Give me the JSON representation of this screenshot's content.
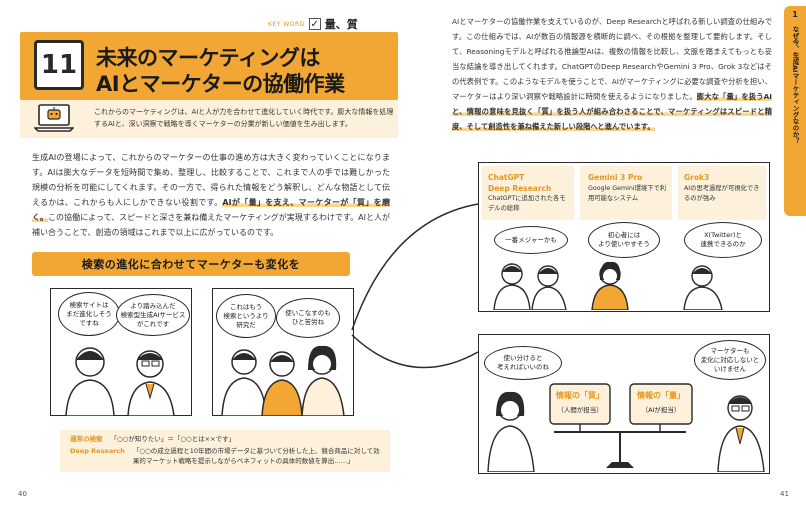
{
  "keyword": {
    "label": "KEY WORD",
    "value": "量、質"
  },
  "chapter": {
    "number": "11",
    "title_line1": "未来のマーケティングは",
    "title_line2": "AIとマーケターの協働作業",
    "lead": "これからのマーケティングは、AIと人が力を合わせて進化していく時代です。膨大な情報を処理するAIと、深い洞察で戦略を導くマーケターの分業が新しい価値を生み出します。"
  },
  "left_body": {
    "p1": "生成AIの登場によって、これからのマーケターの仕事の進め方は大きく変わっていくことになります。AIは膨大なデータを短時間で集め、整理し、比較することで、これまで人の手では難しかった規模の分析を可能にしてくれます。その一方で、得られた情報をどう解釈し、どんな物語として伝えるかは、これからも人にしかできない役割です。",
    "highlight": "AIが「量」を支え、マーケターが「質」を磨く。",
    "p2": "この協働によって、スピードと深さを兼ね備えたマーケティングが実現するわけです。AIと人が補い合うことで、創造の領域はこれまで以上に広がっているのです。"
  },
  "banner": "検索の進化に合わせてマーケターも変化を",
  "comic_left": {
    "bubble1": "検索サイトは\nまだ進化しそう\nですね",
    "bubble2": "より踏み込んだ\n検索型生成AIサービス\nがこれです",
    "bubble3": "これはもう\n検索というより\n研究だ",
    "bubble4": "使いこなすのも\nひと苦労ね"
  },
  "examples": {
    "normal_label": "通常の検索",
    "normal_text": "「○○が知りたい」＝「○○とは××です」",
    "deep_label": "Deep Research",
    "deep_text": "「○○の成立過程と10年間の市場データに基づいて分析した上、競合商品に対して効果的マーケット戦略を提示しながらベネフィットの具体的数値を算出……」"
  },
  "page_numbers": {
    "left": "40",
    "right": "41"
  },
  "right_body": {
    "p1": "AIとマーケターの協働作業を支えているのが、Deep Researchと呼ばれる新しい調査の仕組みです。この仕組みでは、AIが数百の情報源を横断的に調べ、その根拠を整理して要約します。そして、Reasoningモデルと呼ばれる推論型AIは、複数の情報を比較し、文脈を踏まえてもっとも妥当な結論を導き出してくれます。ChatGPTのDeep ResearchやGemini 3 Pro、Grok 3などはその代表例です。このようなモデルを使うことで、AIがマーケティングに必要な調査や分析を担い、マーケターはより深い洞察や戦略設計に時間を使えるようになりました。",
    "highlight": "膨大な「量」を扱うAIと、情報の意味を見抜く「質」を扱う人が組み合わさることで、マーケティングはスピードと精度、そして創造性を兼ね備えた新しい段階へと進んでいます。"
  },
  "side_tab": {
    "number": "1",
    "text": "なぜ今、生成AIマーケティングなのか？"
  },
  "tools": [
    {
      "name": "ChatGPT\nDeep Research",
      "desc": "ChatGPTに追加された各モデルの総称",
      "bubble": "一番メジャーかも"
    },
    {
      "name": "Gemini 3 Pro",
      "desc": "Google Gemini環境下で利用可能なシステム",
      "bubble": "初心者には\nより使いやすそう"
    },
    {
      "name": "Grok3",
      "desc": "AIの思考過程が可視化できるのが強み",
      "bubble": "X(Twitter)と\n連携できるのか"
    }
  ],
  "comic_right": {
    "bubble_left": "使い分けると\n考えればいいのね",
    "bubble_right": "マーケターも\n変化に対応しないと\nいけません",
    "quality_label": "情報の「質」",
    "quality_sub": "（人間が担当）",
    "quantity_label": "情報の「量」",
    "quantity_sub": "（AIが担当）"
  },
  "colors": {
    "accent": "#f2a735",
    "cream": "#fdf1dc",
    "label": "#e8961b"
  }
}
